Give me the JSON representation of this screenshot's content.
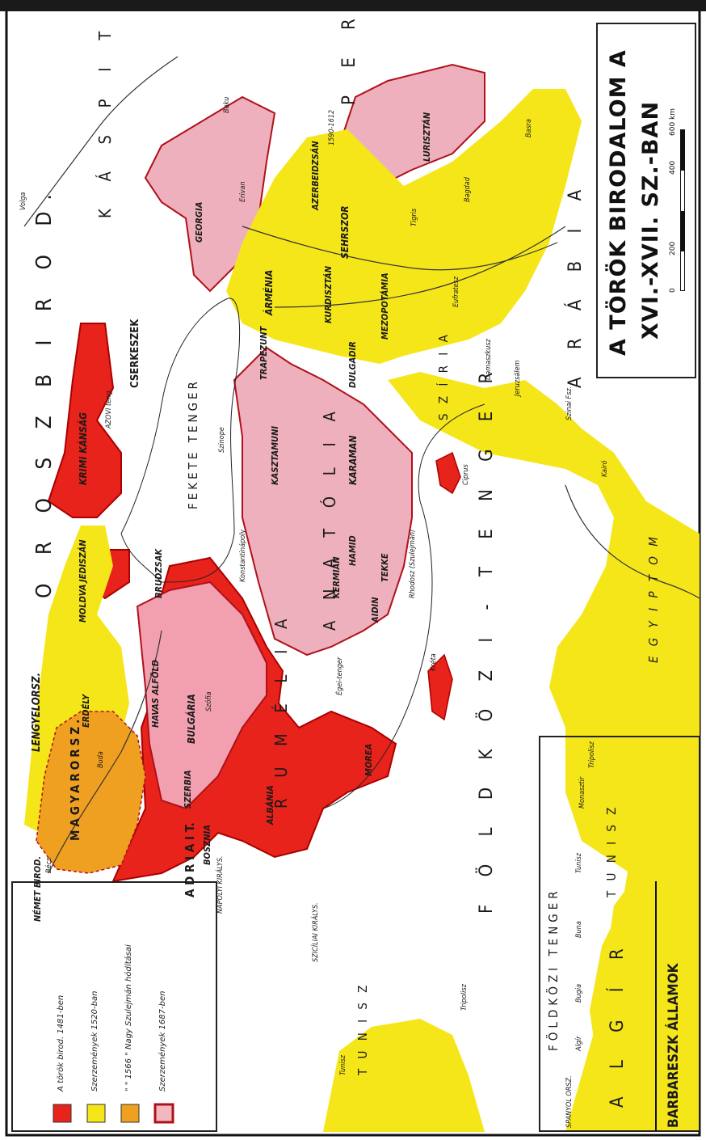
{
  "title": {
    "line1": "A TÖRÖK BIRODALOM A",
    "line2": "XVI.-XVII. SZ.-BAN"
  },
  "scale": {
    "marks": [
      "0",
      "200",
      "400",
      "600 km"
    ]
  },
  "legend": {
    "items": [
      {
        "text": "A török birod. 1481-ben",
        "color": "#e8231b"
      },
      {
        "text": "Szerzemények 1520-ban",
        "color": "#f5e61a"
      },
      {
        "text": "\"  \"  1566  \"  Nagy Szulejmán hódításai",
        "color": "#f0a020"
      },
      {
        "text": "Szerzemények 1687-ben",
        "color": "#f2b8c0"
      }
    ]
  },
  "inset": {
    "title": "BARBARESZK ÁLLAMOK",
    "sea": "FÖLDKÖZI TENGER",
    "country": "A L G Í R",
    "tunisz": "T U N I S Z",
    "spanyol": "SPANYOL ORSZ.",
    "cities": [
      "Algír",
      "Bugia",
      "Buna",
      "Tunisz",
      "Monasztir",
      "Tripolisz"
    ]
  },
  "regions": {
    "orosz": "O R O S Z   B I R O D.",
    "kaspi": "K Á S P I   T E N G.",
    "perzsia": "P E R Z S I A",
    "arabia": "A R Á B I A",
    "fekete": "FEKETE TENGER",
    "foldkozi": "F Ö L D K Ö Z I - T E N G E R",
    "egyiptom": "E G Y I P T O M",
    "tunisz": "T U N I S Z",
    "szíria": "S Z Í R I A",
    "anatolia": "A N A T Ó L I A",
    "rumelia": "R U M É L I A",
    "magyarorsz": "MAGYARORSZ.",
    "lengyel": "LENGYELORSZ.",
    "nemet": "NÉMET BIROD.",
    "adria": "A D R I A I   T.",
    "napolyi": "NÁPOLYI KIRÁLYS.",
    "siciliai": "SZICÍLIAI KIRÁLYS.",
    "cserkeszek": "CSERKESZEK",
    "krim": "KRIMI KÁNSÁG",
    "azovi": "AZOVI teng.",
    "erdely": "ERDÉLY",
    "moldva": "MOLDVA",
    "havas": "HAVAS ALFÖLD",
    "bulgaria": "BULGÁRIA",
    "szerbia": "SZERBIA",
    "boszia": "BOSZNIA",
    "albania": "ALBÁNIA",
    "morea": "MOREA",
    "georgia": "GEORGIA",
    "armenia": "ÁRMÉNIA",
    "kurdisztan": "KURDISZTÁN",
    "mezopotamia": "MEZOPOTÁMIA",
    "azerbeidzsan": "AZERBEIDZSÁN",
    "luriszan": "LURISZTÁN",
    "sehrezor": "SEHRSZOR",
    "karaman": "KARAMAN",
    "trapezunt": "TRAPEZUNT",
    "dulgadir": "DULGADIR",
    "hamid": "HAMID",
    "kermian": "KERMIÁN",
    "tekke": "TEKKE",
    "aidin": "AIDIN",
    "kasztamuni": "KASZTAMUNI",
    "jedisan": "JEDISZÁN",
    "brudzsak": "BRUDZSAK"
  },
  "places": {
    "sinope": "Szinope",
    "konst": "Konstantinápoly",
    "ciprus": "Ciprus",
    "rhodosz": "Rhodosz (Szulejmán)",
    "kreta": "Kréta",
    "egei": "Égei-tenger",
    "damaszkusz": "Damaszkusz",
    "jeruzsalem": "Jeruzsálem",
    "kairo": "Kairó",
    "szinaj": "Szinai Fsz.",
    "tripolisz": "Tripolisz",
    "tunisz_c": "Tunisz",
    "buda": "Buda",
    "becs": "Bécs",
    "tigris": "Tigris",
    "eufratesz": "Eufratesz",
    "bagdad": "Bagdad",
    "basra": "Basra",
    "baku": "Baku",
    "erivan": "Erivan",
    "tebriz": "1590-1612",
    "szofia": "Szófia",
    "volga": "Volga"
  },
  "colors": {
    "land": "#ffffff",
    "sea": "#ffffff",
    "red": "#e8231b",
    "yellow": "#f5e61a",
    "orange": "#f0a020",
    "pink": "#eeb0bc",
    "border": "#b0101a"
  }
}
